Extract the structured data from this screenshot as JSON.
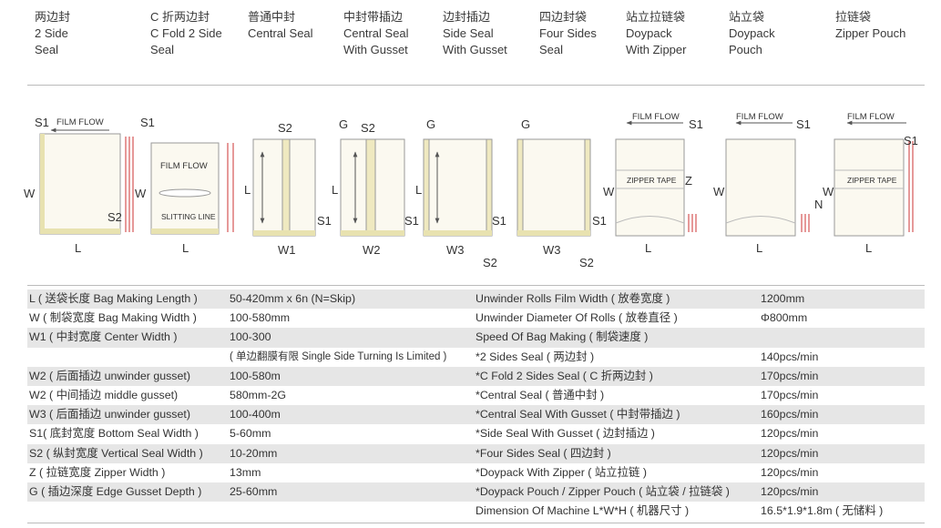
{
  "headers": [
    {
      "lines": [
        "两边封",
        "2 Side",
        "Seal"
      ]
    },
    {
      "lines": [
        "C 折两边封",
        "C Fold 2 Side",
        "Seal"
      ]
    },
    {
      "lines": [
        "普通中封",
        "Central Seal"
      ]
    },
    {
      "lines": [
        "中封带插边",
        "Central Seal",
        "With Gusset"
      ]
    },
    {
      "lines": [
        "边封插边",
        "Side Seal",
        "With Gusset"
      ]
    },
    {
      "lines": [
        "四边封袋",
        "Four Sides",
        "Seal"
      ]
    },
    {
      "lines": [
        "站立拉链袋",
        "Doypack",
        "With Zipper"
      ]
    },
    {
      "lines": [
        "站立袋",
        "Doypack",
        "Pouch"
      ]
    },
    {
      "lines": [
        "拉链袋",
        "Zipper Pouch"
      ]
    }
  ],
  "diagram_labels": {
    "s1": "S1",
    "s2": "S2",
    "w": "W",
    "l": "L",
    "g": "G",
    "z": "Z",
    "n": "N",
    "w1": "W1",
    "w2": "W2",
    "w3": "W3",
    "film_flow": "FILM FLOW",
    "slitting_line": "SLITTING LINE",
    "zipper_tape": "ZIPPER TAPE"
  },
  "specs": [
    {
      "c1": "L ( 送袋长度 Bag Making Length )",
      "c2": "50-420mm x 6n (N=Skip)",
      "c3": "Unwinder Rolls Film Width ( 放卷宽度 )",
      "c4": "1200mm"
    },
    {
      "c1": "W ( 制袋宽度 Bag Making Width )",
      "c2": "100-580mm",
      "c3": "Unwinder Diameter Of Rolls ( 放卷直径 )",
      "c4": "Φ800mm"
    },
    {
      "c1": "W1 ( 中封宽度 Center Width )",
      "c2": "100-300",
      "c3": "Speed Of Bag Making ( 制袋速度 )",
      "c4": ""
    },
    {
      "c1": "",
      "c2": "( 单边翻膜有限 Single Side Turning Is Limited )",
      "c3": "*2 Sides Seal ( 两边封 )",
      "c4": "140pcs/min"
    },
    {
      "c1": "W2 ( 后面插边 unwinder gusset)",
      "c2": "100-580m",
      "c3": "*C Fold 2 Sides Seal ( C 折两边封 )",
      "c4": "170pcs/min"
    },
    {
      "c1": "W2 ( 中间插边 middle gusset)",
      "c2": "580mm-2G",
      "c3": "*Central Seal ( 普通中封 )",
      "c4": "170pcs/min"
    },
    {
      "c1": "W3 ( 后面插边 unwinder gusset)",
      "c2": "100-400m",
      "c3": "*Central Seal With Gusset ( 中封带插边 )",
      "c4": "160pcs/min"
    },
    {
      "c1": "S1( 底封宽度 Bottom Seal Width )",
      "c2": "5-60mm",
      "c3": "*Side Seal With Gusset ( 边封插边 )",
      "c4": "120pcs/min"
    },
    {
      "c1": "S2 ( 纵封宽度 Vertical Seal Width )",
      "c2": "10-20mm",
      "c3": "*Four Sides Seal ( 四边封 )",
      "c4": "120pcs/min"
    },
    {
      "c1": "Z ( 拉链宽度 Zipper Width )",
      "c2": "13mm",
      "c3": "*Doypack With Zipper ( 站立拉链 )",
      "c4": "120pcs/min"
    },
    {
      "c1": "G ( 插边深度 Edge Gusset Depth )",
      "c2": "25-60mm",
      "c3": "*Doypack Pouch / Zipper Pouch ( 站立袋 / 拉链袋 )",
      "c4": "120pcs/min"
    },
    {
      "c1": "",
      "c2": "",
      "c3": "Dimension Of Machine L*W*H ( 机器尺寸 )",
      "c4": "16.5*1.9*1.8m ( 无储料 )"
    }
  ]
}
